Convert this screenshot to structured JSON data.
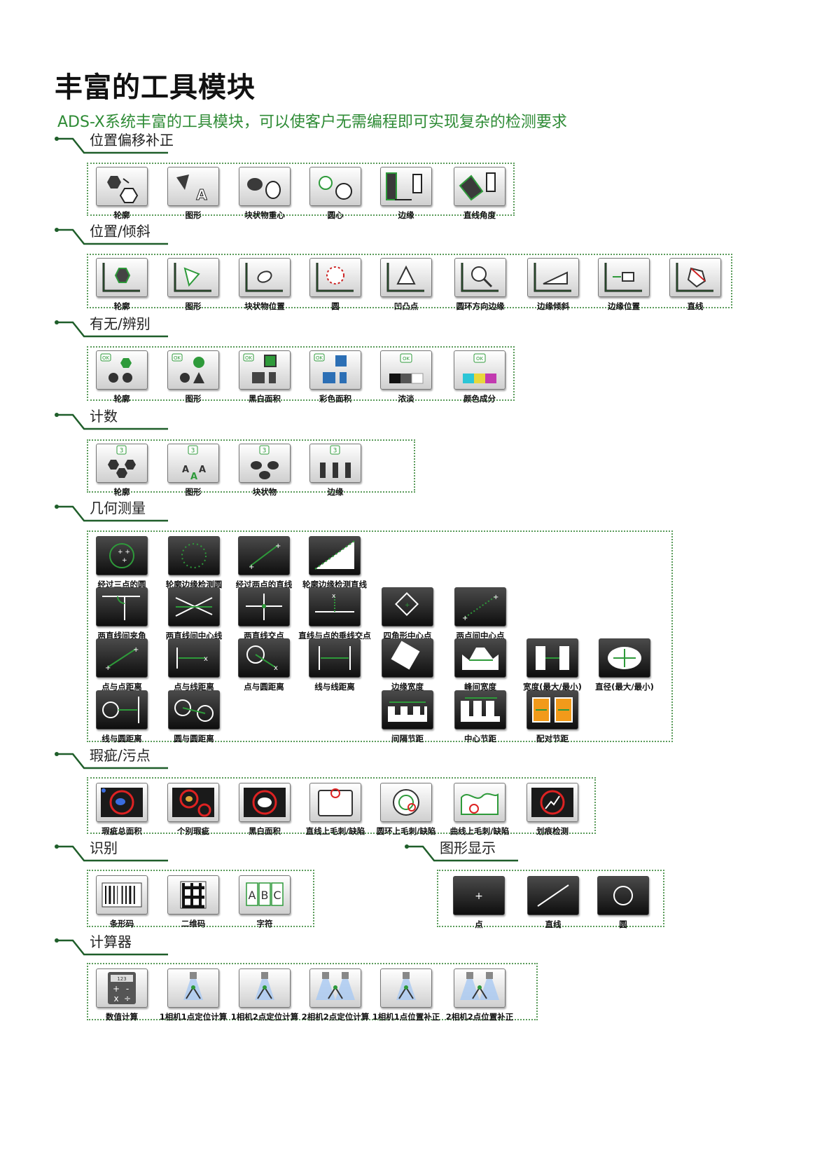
{
  "title": "丰富的工具模块",
  "subtitle": "ADS-X系统丰富的工具模块，可以使客户无需编程即可实现复杂的检测要求",
  "sections": [
    {
      "title": "位置偏移补正",
      "tools": [
        "轮廓",
        "图形",
        "块状物重心",
        "圆心",
        "边缘",
        "直线角度"
      ]
    },
    {
      "title": "位置/倾斜",
      "tools": [
        "轮廓",
        "图形",
        "块状物位置",
        "圆",
        "凹凸点",
        "圆环方向边缘",
        "边缘倾斜",
        "边缘位置",
        "直线"
      ]
    },
    {
      "title": "有无/辨别",
      "tools": [
        "轮廓",
        "图形",
        "黑白面积",
        "彩色面积",
        "浓淡",
        "颜色成分"
      ]
    },
    {
      "title": "计数",
      "tools": [
        "轮廓",
        "图形",
        "块状物",
        "边缘"
      ]
    },
    {
      "title": "几何测量",
      "tools": [
        "经过三点的圆",
        "轮廓边缘检测圆",
        "经过两点的直线",
        "轮廓边缘检测直线",
        "两直线间夹角",
        "两直线间中心线",
        "两直线交点",
        "直线与点的垂线交点",
        "四角形中心点",
        "两点间中心点",
        "点与点距离",
        "点与线距离",
        "点与圆距离",
        "线与线距离",
        "边缘宽度",
        "峰间宽度",
        "宽度(最大/最小)",
        "直径(最大/最小)",
        "线与圆距离",
        "圆与圆距离",
        "间隔节距",
        "中心节距",
        "配对节距"
      ]
    },
    {
      "title": "瑕疵/污点",
      "tools": [
        "瑕疵总面积",
        "个别瑕疵",
        "黑白面积",
        "直线上毛刺/缺陷",
        "圆环上毛刺/缺陷",
        "曲线上毛刺/缺陷",
        "划痕检测"
      ]
    },
    {
      "title": "识别",
      "tools": [
        "条形码",
        "二维码",
        "字符"
      ]
    },
    {
      "title": "图形显示",
      "tools": [
        "点",
        "直线",
        "圆"
      ]
    },
    {
      "title": "计算器",
      "tools": [
        "数值计算",
        "1相机1点定位计算",
        "1相机2点定位计算",
        "2相机2点定位计算",
        "1相机1点位置补正",
        "2相机2点位置补正"
      ]
    }
  ],
  "icons": {
    "ocr_letters": [
      "A",
      "B",
      "C"
    ],
    "ok_badge": "OK",
    "count_badge": "3",
    "calc_badge": "123"
  },
  "colors": {
    "accent": "#2e8b35",
    "box_border": "#5a9b5a"
  }
}
